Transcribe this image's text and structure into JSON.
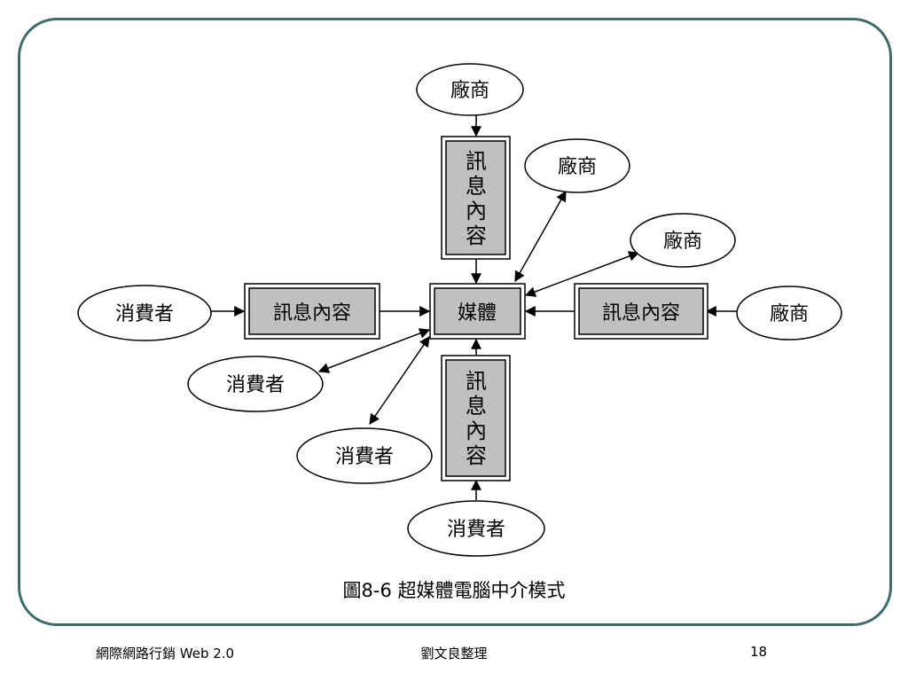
{
  "diagram": {
    "manufacturer_label": "廠商",
    "consumer_label": "消費者",
    "message_label": "訊息內容",
    "media_label": "媒體",
    "message_vertical": [
      "訊",
      "息",
      "內",
      "容"
    ]
  },
  "caption": "圖8-6  超媒體電腦中介模式",
  "footer": {
    "left": "網際網路行銷 Web 2.0",
    "center": "劉文良整理",
    "right": "18"
  }
}
